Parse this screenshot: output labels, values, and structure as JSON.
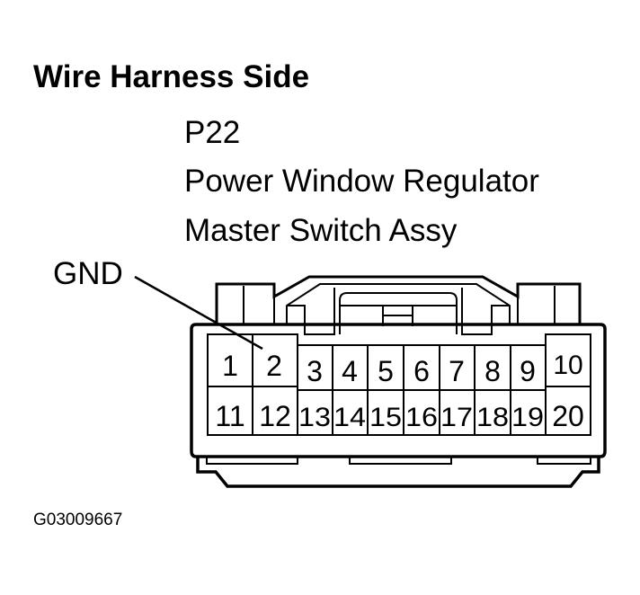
{
  "title": "Wire Harness Side",
  "connector": {
    "id": "P22",
    "name_line1": "Power Window Regulator",
    "name_line2": "Master Switch Assy"
  },
  "callouts": [
    {
      "label": "GND",
      "pin": "2"
    }
  ],
  "pins": {
    "top_row": [
      "1",
      "2",
      "3",
      "4",
      "5",
      "6",
      "7",
      "8",
      "9",
      "10"
    ],
    "bottom_row": [
      "11",
      "12",
      "13",
      "14",
      "15",
      "16",
      "17",
      "18",
      "19",
      "20"
    ]
  },
  "figure_code": "G03009667",
  "colors": {
    "line": "#000000",
    "background": "#ffffff"
  }
}
